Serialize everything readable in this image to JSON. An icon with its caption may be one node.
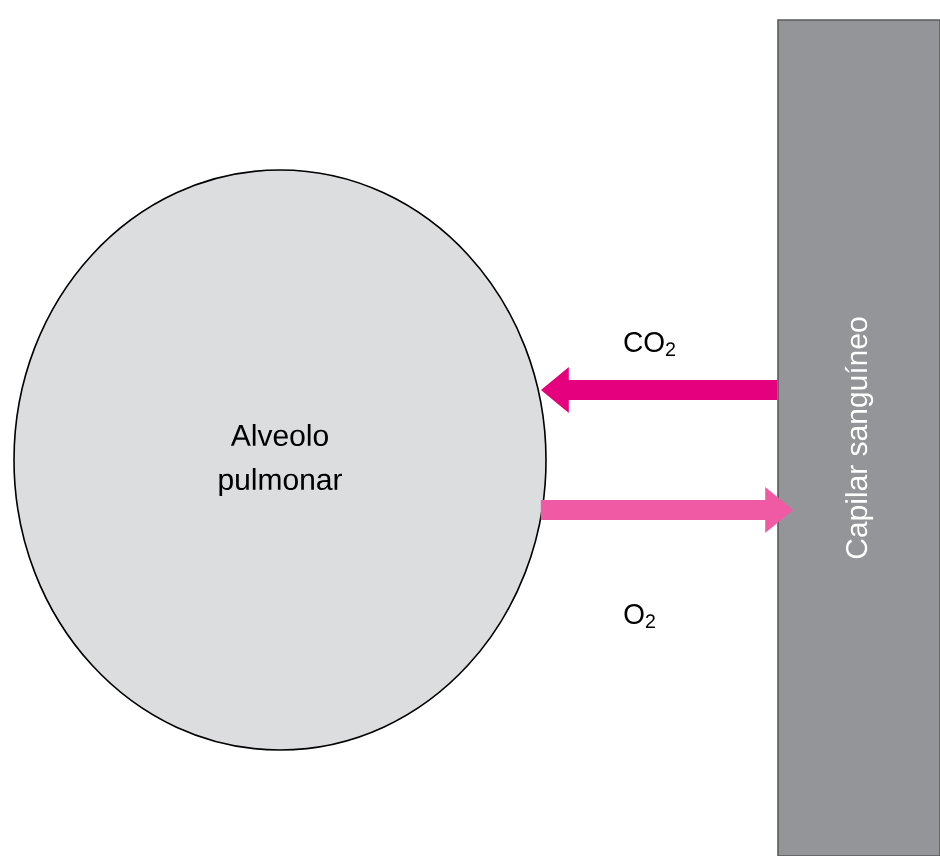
{
  "diagram": {
    "nodes": [
      {
        "text": [
          "Alveolo pulmonar"
        ]
      },
      {
        "text": [
          "Capilar sanguíneo"
        ]
      }
    ],
    "edges": [
      {
        "from": 1,
        "to": 0,
        "arrow": "to",
        "label": "CO$_{2}$",
        "color": "#e5007d"
      },
      {
        "from": 0,
        "to": 1,
        "arrow": "to",
        "label": "O$_{2}$",
        "color": "#f05aa5"
      }
    ]
  }
}
